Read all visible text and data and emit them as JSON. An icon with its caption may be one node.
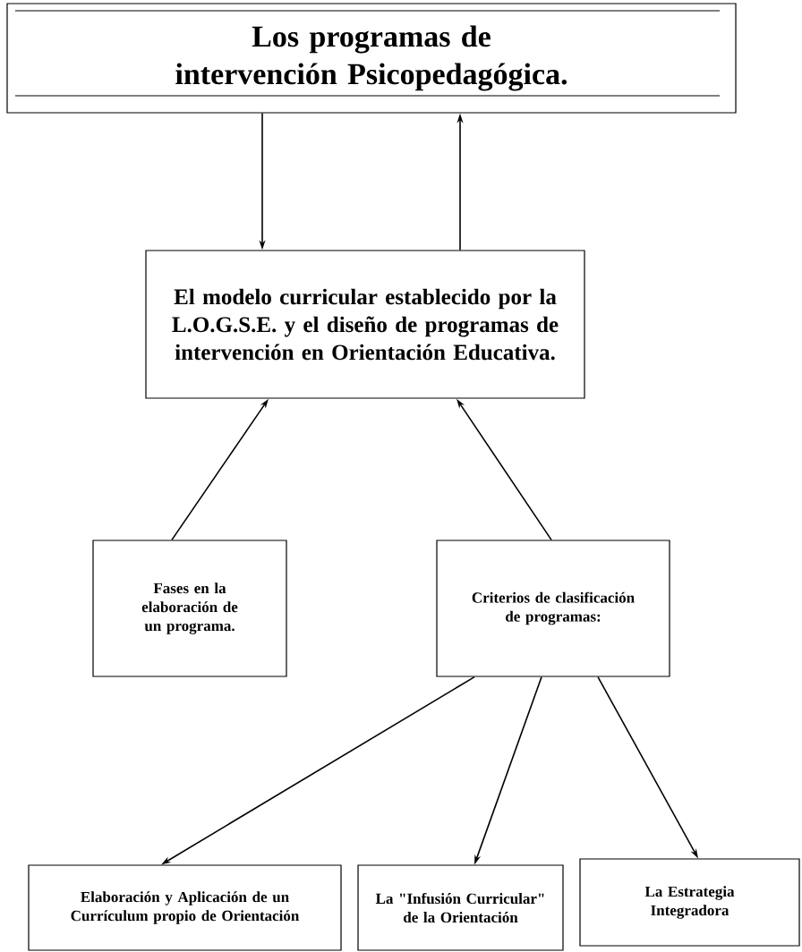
{
  "diagram": {
    "nodes": [
      {
        "text": [
          "Los programas de intervención Psicopedagógica."
        ]
      },
      {
        "text": [
          "El modelo curricular establecido por la L.O.G.S.E. y el diseño de programas de intervención en Orientación Educativa."
        ]
      },
      {
        "text": [
          "Fases en la elaboración de un programa."
        ]
      },
      {
        "text": [
          "Criterios de clasificación de programas:"
        ]
      },
      {
        "text": [
          "Elaboración y Aplicación de un Currículum propio de Orientación"
        ]
      },
      {
        "text": [
          "La \"Infusión Curricular\" de la Orientación"
        ]
      },
      {
        "text": [
          "La Estrategia Integradora"
        ]
      }
    ],
    "edges": [
      {
        "from": 0,
        "to": 1,
        "arrow": "to"
      },
      {
        "from": 1,
        "to": 0,
        "arrow": "to"
      },
      {
        "from": 2,
        "to": 1,
        "arrow": "to"
      },
      {
        "from": 3,
        "to": 1,
        "arrow": "to"
      },
      {
        "from": 3,
        "to": 4,
        "arrow": "to"
      },
      {
        "from": 3,
        "to": 5,
        "arrow": "to"
      },
      {
        "from": 3,
        "to": 6,
        "arrow": "to"
      }
    ]
  }
}
